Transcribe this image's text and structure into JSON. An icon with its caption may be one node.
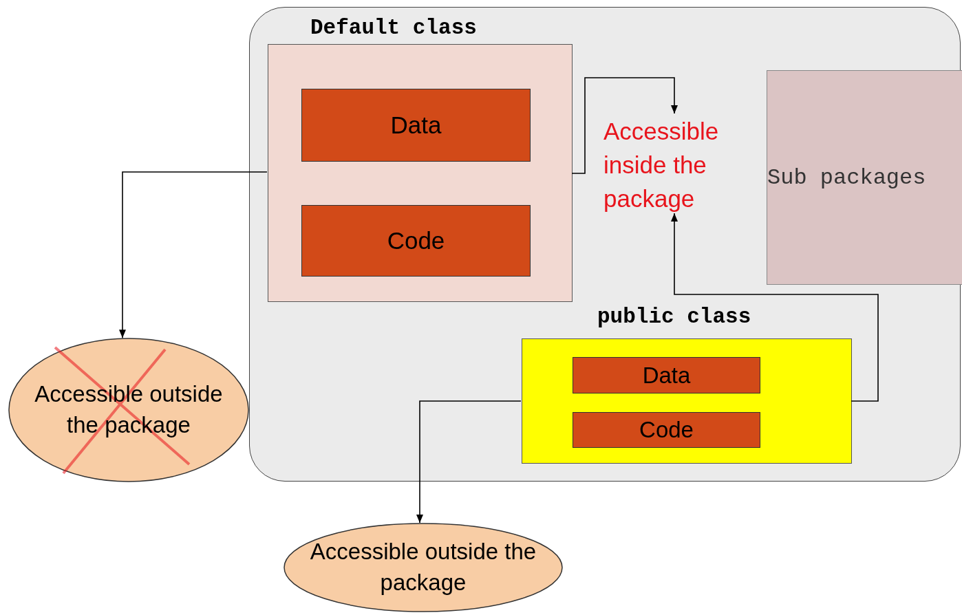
{
  "diagram": {
    "nodes": [
      {
        "text": [],
        "shape": "box"
      },
      {
        "text": [
          "Default class"
        ],
        "in": 0
      },
      {
        "text": [
          "Data"
        ],
        "in": 1
      },
      {
        "text": [
          "Code"
        ],
        "in": 1
      },
      {
        "text": [
          "Accessible inside the package"
        ],
        "in": 0
      },
      {
        "text": [
          "Sub packages"
        ],
        "in": 0
      },
      {
        "text": [
          "public class"
        ],
        "in": 0
      },
      {
        "text": [
          "Data"
        ],
        "in": 6
      },
      {
        "text": [
          "Code"
        ],
        "in": 6
      },
      {
        "text": [
          "Accessible outside the package"
        ]
      },
      {
        "text": [
          "Accessible outside the package"
        ]
      }
    ],
    "edges": [
      {
        "from": 1,
        "to": 4,
        "arrow": "to"
      },
      {
        "from": 1,
        "to": 9,
        "arrow": "to"
      },
      {
        "from": 6,
        "to": 4,
        "arrow": "to"
      },
      {
        "from": 6,
        "to": 10,
        "arrow": "to"
      }
    ]
  }
}
